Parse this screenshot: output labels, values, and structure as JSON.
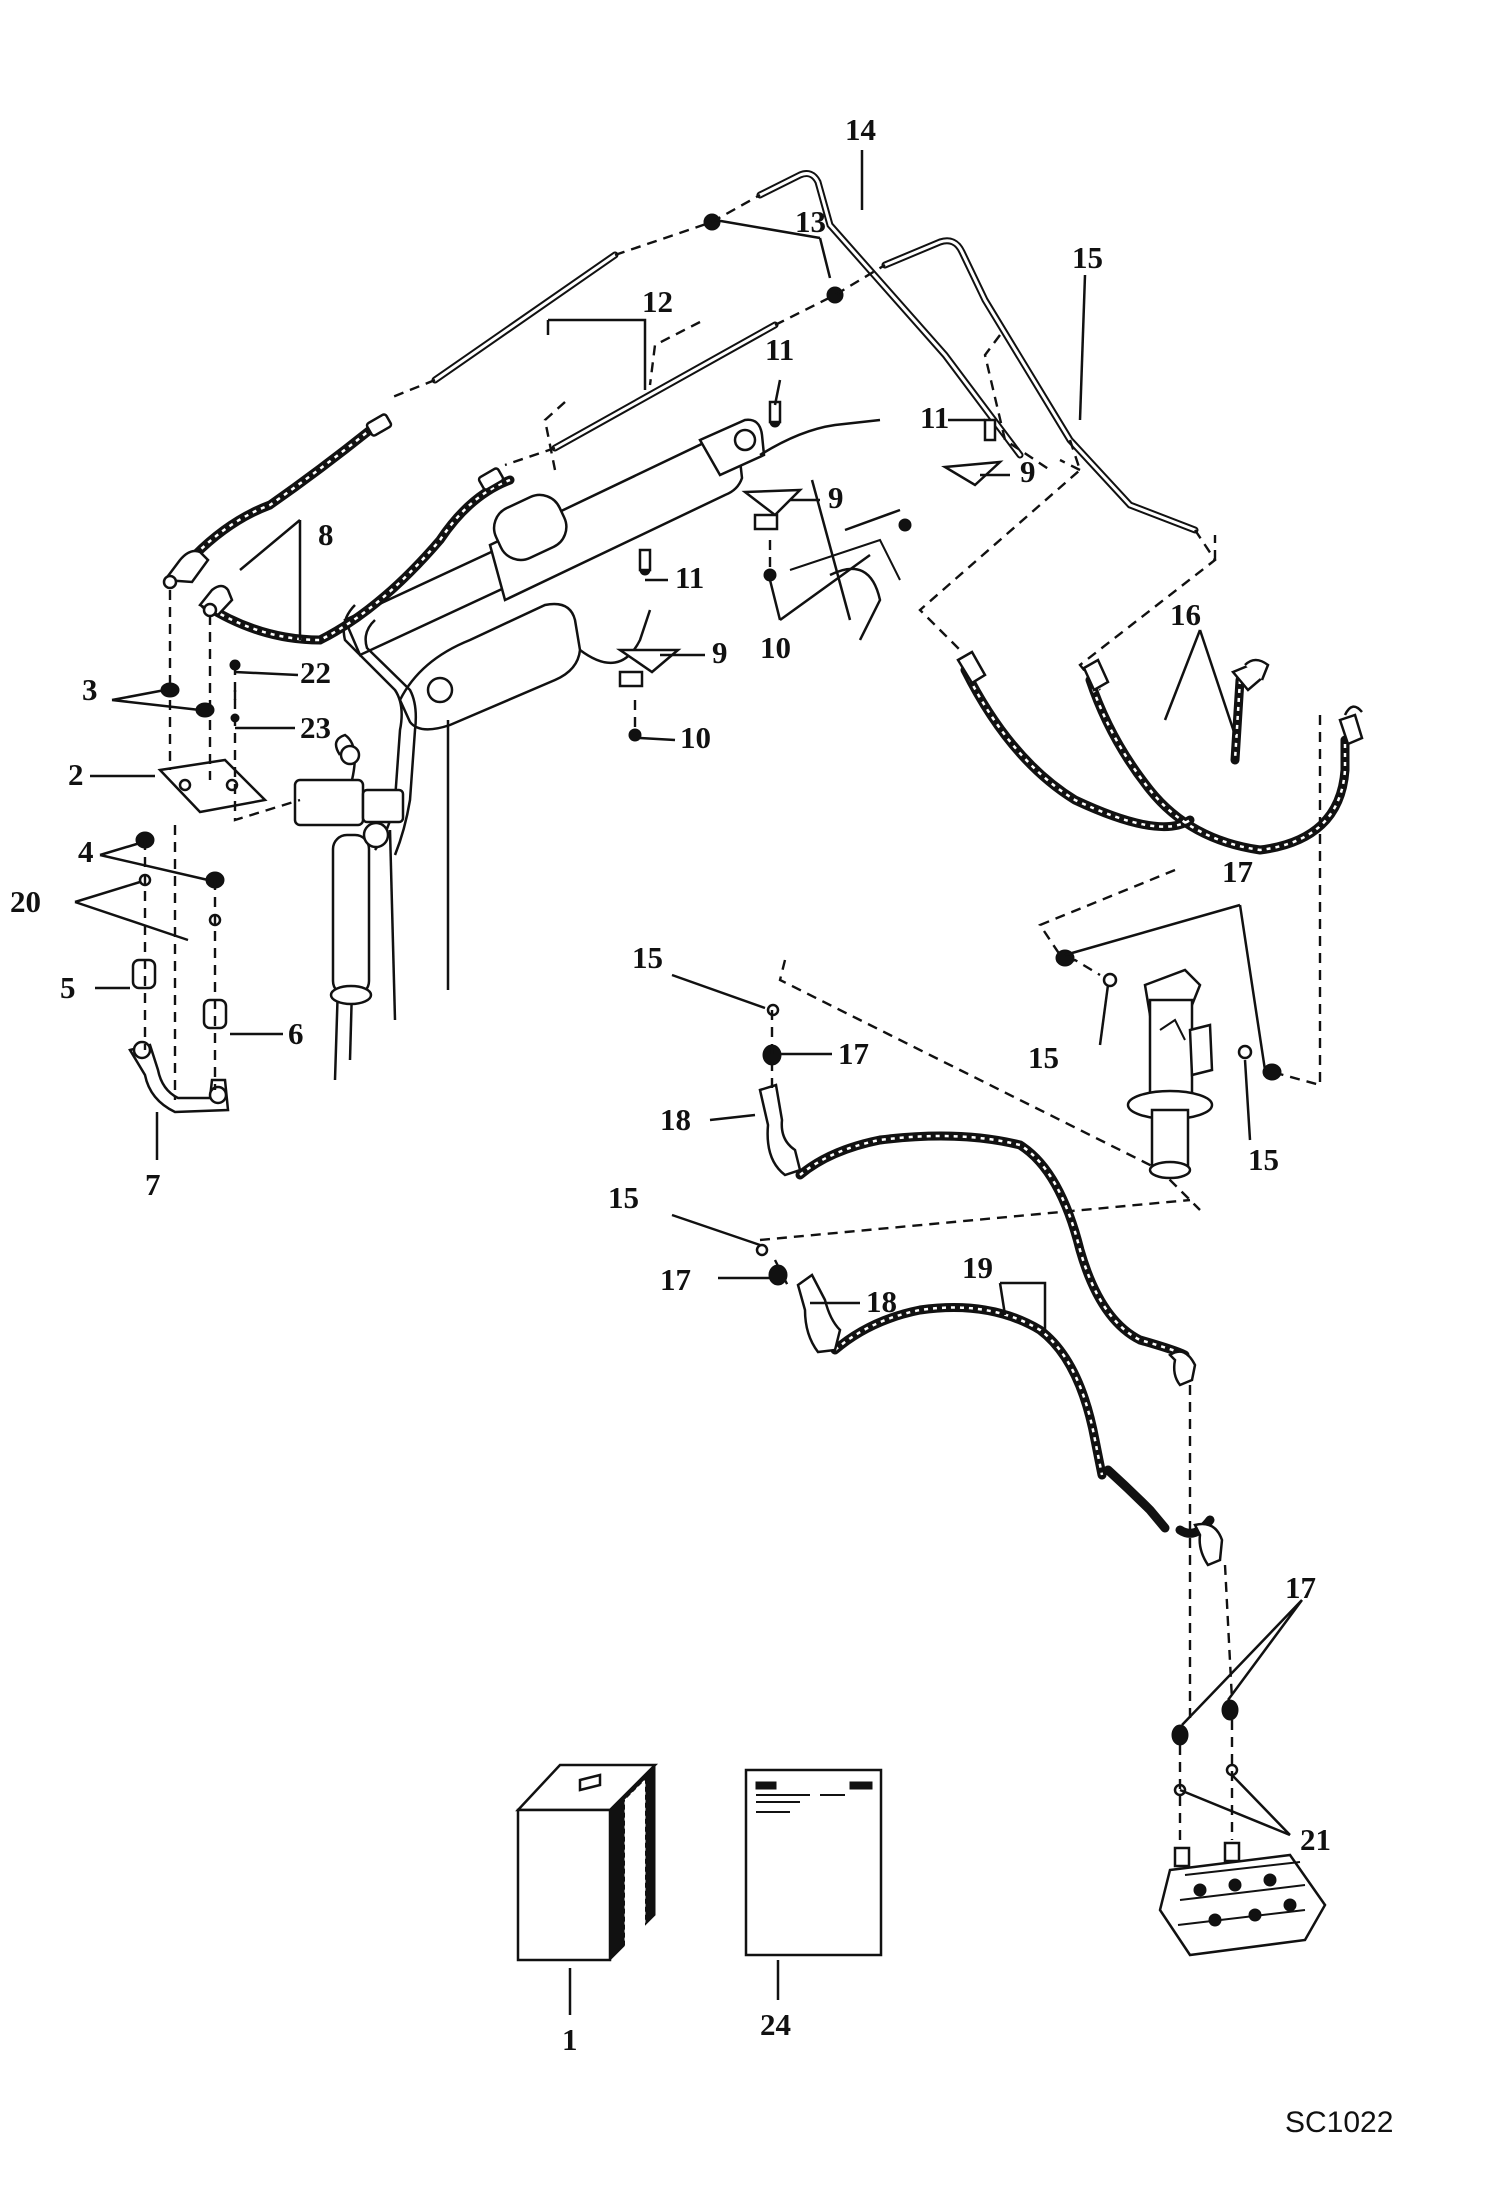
{
  "diagram": {
    "labels": {
      "l1": "1",
      "l2": "2",
      "l3": "3",
      "l4": "4",
      "l5": "5",
      "l6": "6",
      "l7": "7",
      "l8": "8",
      "l9a": "9",
      "l9b": "9",
      "l9c": "9",
      "l10a": "10",
      "l10b": "10",
      "l11a": "11",
      "l11b": "11",
      "l11c": "11",
      "l12": "12",
      "l13": "13",
      "l14": "14",
      "l15a": "15",
      "l15b": "15",
      "l15c": "15",
      "l15d": "15",
      "l15e": "15",
      "l16": "16",
      "l17a": "17",
      "l17b": "17",
      "l17c": "17",
      "l17d": "17",
      "l18a": "18",
      "l18b": "18",
      "l19": "19",
      "l20": "20",
      "l21": "21",
      "l22": "22",
      "l23": "23",
      "l24": "24"
    },
    "drawing_code": "SC1022"
  }
}
